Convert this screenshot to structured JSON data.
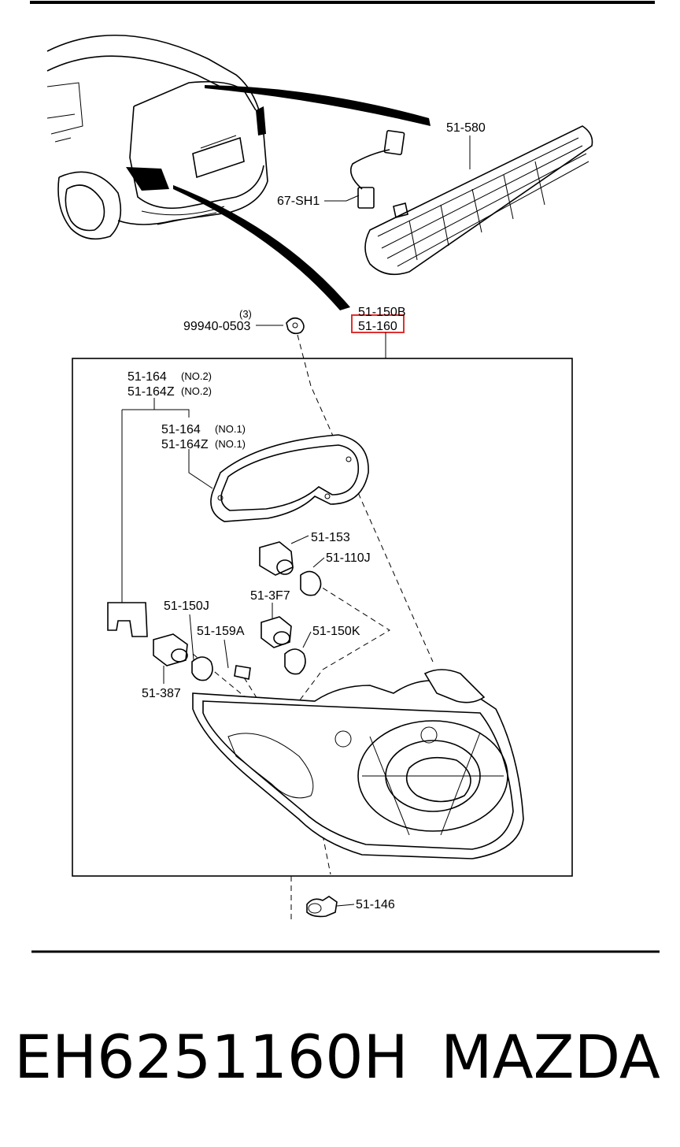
{
  "diagram": {
    "labels": {
      "p51_580": "51-580",
      "p67_sh1": "67-SH1",
      "p51_150b": "51-150B",
      "p51_160": "51-160",
      "qty3": "(3)",
      "p99940_0503": "99940-0503",
      "p51_164_a": "51-164",
      "no2_a": "(NO.2)",
      "p51_164z_a": "51-164Z",
      "no2_b": "(NO.2)",
      "p51_164_b": "51-164",
      "no1_a": "(NO.1)",
      "p51_164z_b": "51-164Z",
      "no1_b": "(NO.1)",
      "p51_153": "51-153",
      "p51_110j": "51-110J",
      "p51_3f7": "51-3F7",
      "p51_150j": "51-150J",
      "p51_159a": "51-159A",
      "p51_150k": "51-150K",
      "p51_387": "51-387",
      "p51_146": "51-146"
    },
    "highlight_color": "#e03030"
  },
  "footer": {
    "part_number": "EH6251160H",
    "brand": "MAZDA"
  }
}
